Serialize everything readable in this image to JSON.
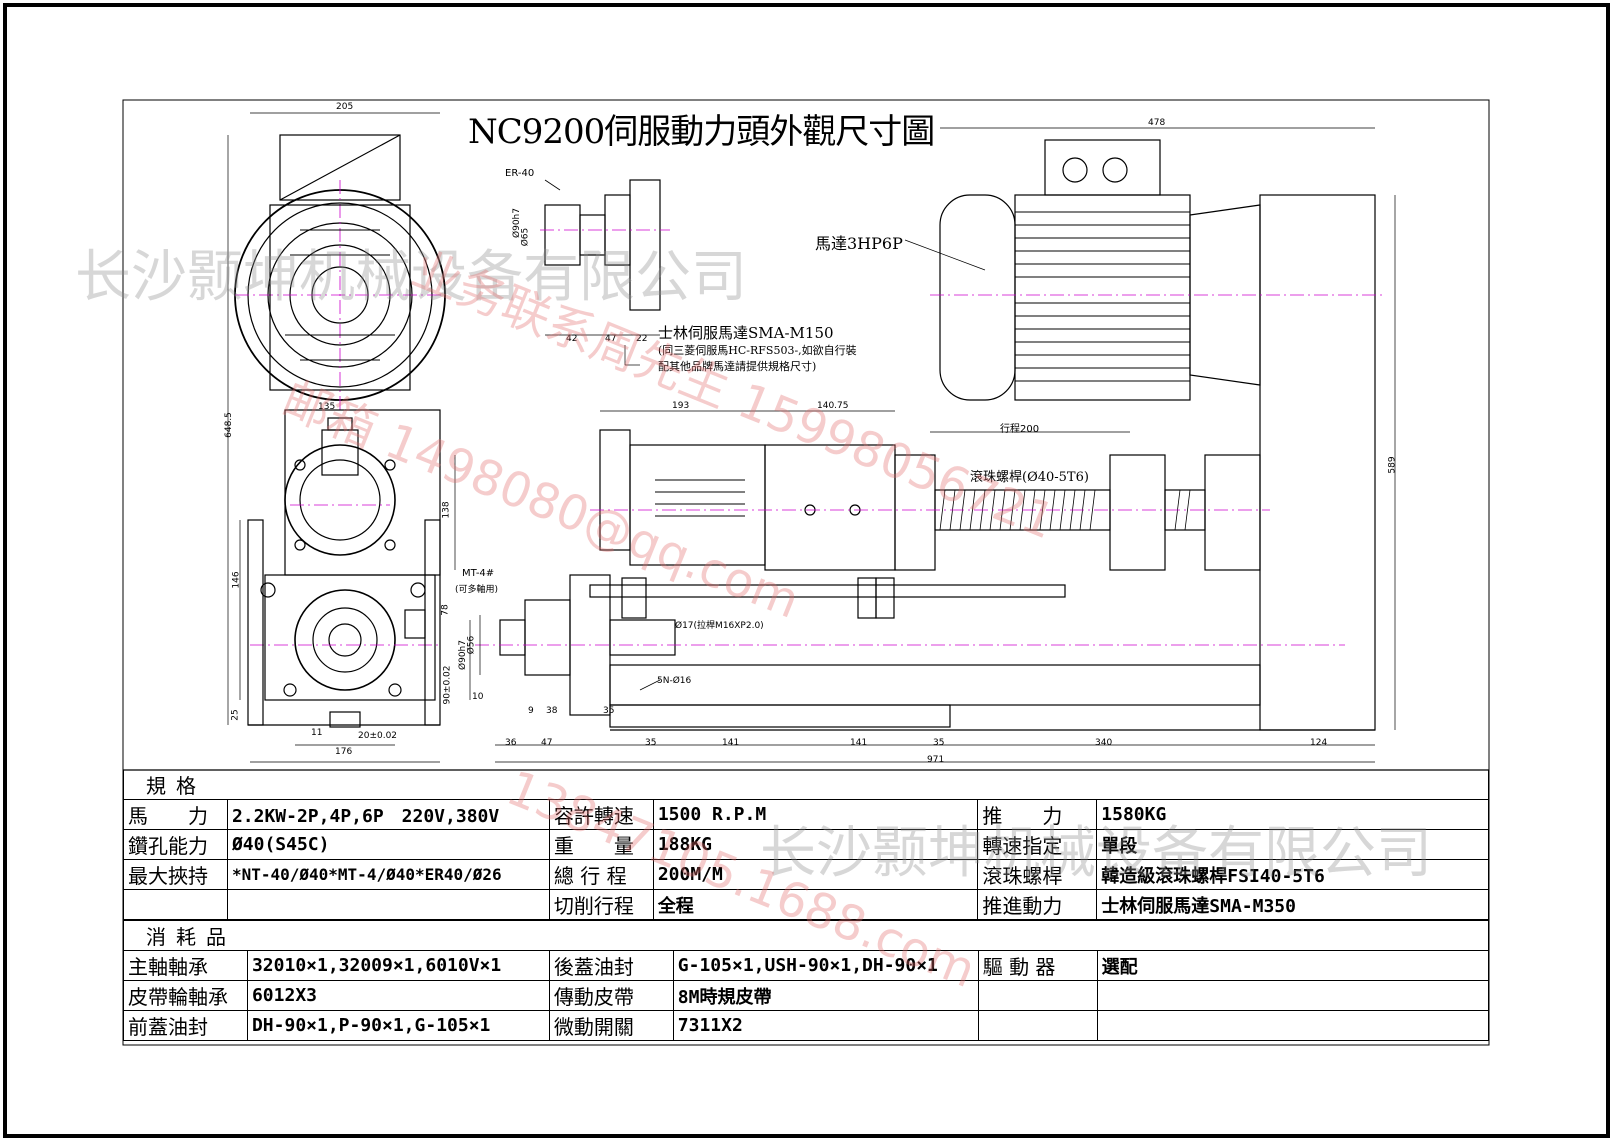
{
  "title": "NC9200伺服動力頭外觀尺寸圖",
  "labels": {
    "motor": "馬達3HP6P",
    "servo_motor": "士林伺服馬達SMA-M150",
    "servo_note1": "(同三菱伺服馬HC-RFS503-,如欲自行裝",
    "servo_note2": "配其他品牌馬達請提供規格尺寸)",
    "ballscrew": "滾珠螺桿(Ø40-5T6)",
    "stroke": "行程200",
    "er40": "ER-40",
    "mt4": "MT-4#",
    "mt4_note": "(可多軸用)",
    "shaft_thread": "Ø17(拉桿M16XP2.0)",
    "holes": "5N-Ø16"
  },
  "dimensions": [
    "205",
    "648.5",
    "135",
    "138",
    "146",
    "78",
    "25",
    "11",
    "176",
    "20±0.02",
    "90±0.02",
    "42",
    "47",
    "22",
    "Ø90h7",
    "Ø65",
    "Ø56",
    "Ø90h7",
    "10",
    "9",
    "38",
    "35",
    "36",
    "47",
    "35",
    "141",
    "141",
    "35",
    "340",
    "124",
    "971",
    "193",
    "140.75",
    "478",
    "589"
  ],
  "spec": {
    "header": "規格",
    "rows": [
      {
        "l1": "馬　　力",
        "v1": "2.2KW-2P,4P,6P　220V,380V",
        "l2": "容許轉速",
        "v2": "1500 R.P.M",
        "l3": "推　　力",
        "v3": "1580KG"
      },
      {
        "l1": "鑽孔能力",
        "v1": "Ø40(S45C)",
        "l2": "重　　量",
        "v2": "188KG",
        "l3": "轉速指定",
        "v3": "單段"
      },
      {
        "l1": "最大挾持",
        "v1": "*NT-40/Ø40*MT-4/Ø40*ER40/Ø26",
        "l2": "總 行 程",
        "v2": "200M/M",
        "l3": "滾珠螺桿",
        "v3": "韓造級滾珠螺桿FSI40-5T6"
      },
      {
        "l1": "",
        "v1": "",
        "l2": "切削行程",
        "v2": "全程",
        "l3": "推進動力",
        "v3": "士林伺服馬達SMA-M350"
      }
    ]
  },
  "consumables": {
    "header": "消耗品",
    "rows": [
      {
        "l1": "主軸軸承",
        "v1": "32010×1,32009×1,6010V×1",
        "l2": "後蓋油封",
        "v2": "G-105×1,USH-90×1,DH-90×1",
        "l3": "驅 動 器",
        "v3": "選配"
      },
      {
        "l1": "皮帶輪軸承",
        "v1": "6012X3",
        "l2": "傳動皮帶",
        "v2": "8M時規皮帶",
        "l3": "",
        "v3": ""
      },
      {
        "l1": "前蓋油封",
        "v1": "DH-90×1,P-90×1,G-105×1",
        "l2": "微動開關",
        "v2": "7311X2",
        "l3": "",
        "v3": ""
      }
    ]
  },
  "watermarks": {
    "line1": "长沙颢坤机械设备有限公司",
    "line2": "业务联系周先生 15998056721",
    "line3": "邮箱 1498080@qq.com",
    "line4": "长沙颢坤机械设备有限公司",
    "line5": "13847105.1688.com"
  }
}
